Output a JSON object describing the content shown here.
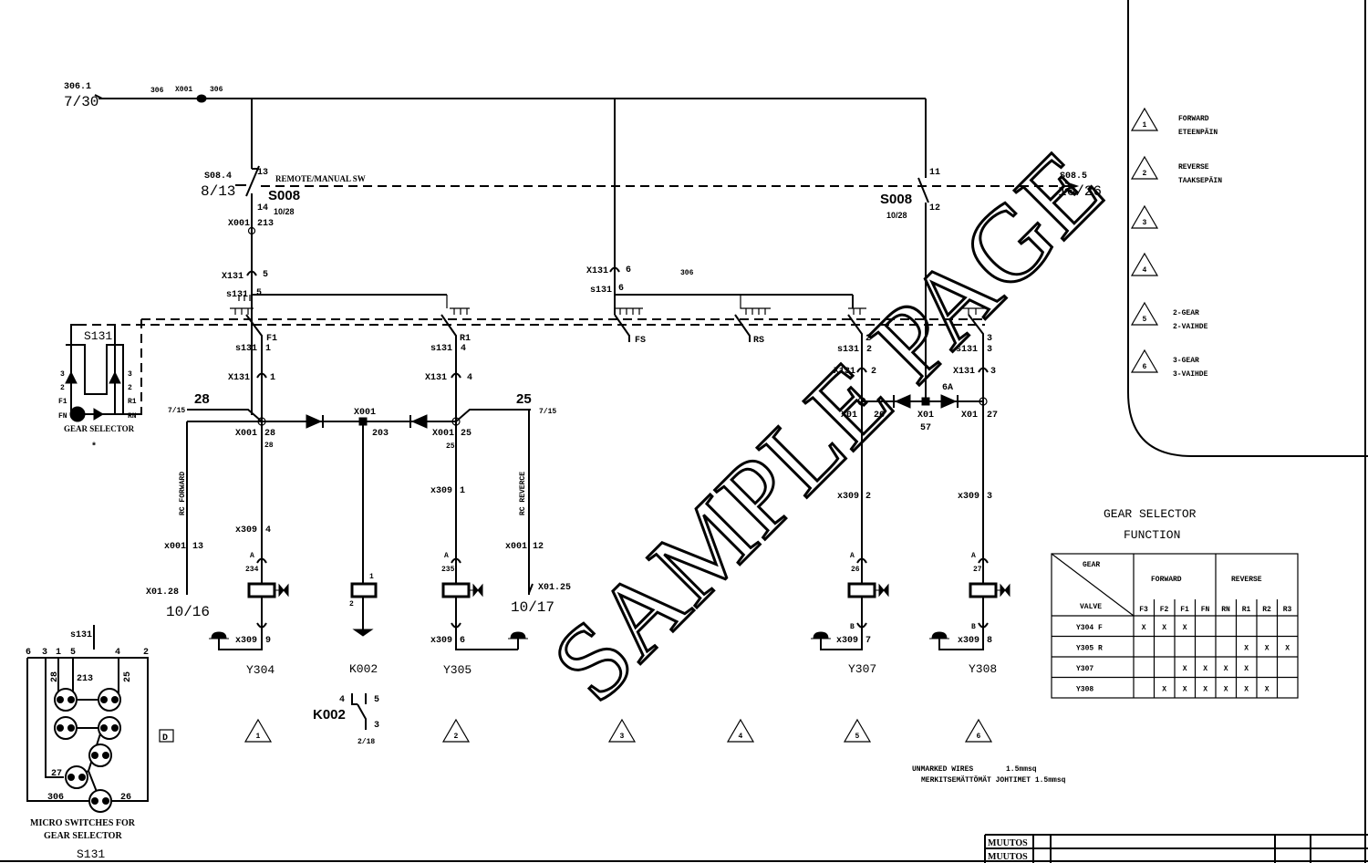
{
  "top_bus": {
    "ref": "306.1",
    "ref_page": "7/30",
    "wire": "306",
    "connector": "X001",
    "connector_pin": "306"
  },
  "s008_left": {
    "ref": "S08.4",
    "ref_page": "8/13",
    "pin_in": "13",
    "pin_out": "14",
    "name": "S008",
    "page": "10/28",
    "function": "REMOTE/MANUAL SW"
  },
  "s008_right": {
    "ref": "S08.5",
    "ref_page": "10/26",
    "pin_in": "11",
    "pin_out": "12",
    "name": "S008",
    "page": "10/28"
  },
  "x001_213": {
    "connector": "X001",
    "pin": "213"
  },
  "x131_5": {
    "connector": "X131",
    "pin": "5",
    "s131": "s131",
    "s131_pin": "5"
  },
  "x131_6": {
    "connector": "X131",
    "pin": "6",
    "s131": "s131",
    "s131_pin": "6",
    "wire": "306"
  },
  "contacts": {
    "f1": "F1",
    "r1": "R1",
    "fs": "FS",
    "rs": "RS",
    "c2": "2",
    "c3": "3"
  },
  "branch_f": {
    "s131": "s131",
    "s131_pin": "1",
    "x131": "X131",
    "x131_pin": "1",
    "wire": "28",
    "ref": "7/15",
    "node": "X001",
    "node_pin": "28",
    "wire_below": "28"
  },
  "branch_r": {
    "s131": "s131",
    "s131_pin": "4",
    "x131": "X131",
    "x131_pin": "4",
    "wire": "25",
    "ref": "7/15",
    "node": "X001",
    "node_pin": "25",
    "wire_below": "25"
  },
  "center_node": {
    "connector": "X001",
    "pin": "203"
  },
  "branch_2": {
    "s131": "s131",
    "s131_pin": "2",
    "x131": "X131",
    "x131_pin": "2",
    "node": "X01",
    "node_pin": "26"
  },
  "branch_3": {
    "s131": "s131",
    "s131_pin": "3",
    "x131": "X131",
    "x131_pin": "3",
    "node": "X01",
    "node_pin": "27"
  },
  "mid_node": {
    "connector": "X01",
    "pin": "57",
    "fuse": "6A"
  },
  "rc_forward": {
    "label": "RC FORWARD",
    "connector": "x001",
    "pin": "13",
    "ref": "X01.28",
    "ref_page": "10/16"
  },
  "rc_reverse": {
    "label": "RC REVERCE",
    "connector": "x001",
    "pin": "12",
    "ref": "X01.25",
    "ref_page": "10/17"
  },
  "y304": {
    "name": "Y304",
    "top_conn": "x309",
    "top_pin": "4",
    "a": "A",
    "wire": "234",
    "bot_conn": "x309",
    "bot_pin": "9"
  },
  "y305": {
    "name": "Y305",
    "top_conn": "x309",
    "top_pin": "1",
    "a": "A",
    "wire": "235",
    "bot_conn": "x309",
    "bot_pin": "6"
  },
  "y307": {
    "name": "Y307",
    "top_conn": "x309",
    "top_pin": "2",
    "a": "A",
    "wire": "26",
    "b": "B",
    "bot_conn": "x309",
    "bot_pin": "7"
  },
  "y308": {
    "name": "Y308",
    "top_conn": "x309",
    "top_pin": "3",
    "a": "A",
    "wire": "27",
    "b": "B",
    "bot_conn": "x309",
    "bot_pin": "8"
  },
  "k002": {
    "name": "K002",
    "pin1": "1",
    "pin2": "2",
    "contact_name": "K002",
    "c4": "4",
    "c5": "5",
    "c3": "3",
    "page": "2/18"
  },
  "d_box": "D",
  "gear_selector": {
    "title": "S131",
    "left_pins": [
      "3",
      "2",
      "F1",
      "FN"
    ],
    "right_pins": [
      "3",
      "2",
      "R1",
      "RN"
    ],
    "label": "GEAR SELECTOR",
    "note": "*"
  },
  "micro_switches": {
    "s131": "s131",
    "pins": [
      "6",
      "3",
      "1",
      "5",
      "4",
      "2"
    ],
    "wires": [
      "28",
      "213",
      "25",
      "27",
      "306",
      "26"
    ],
    "caption1": "MICRO SWITCHES FOR",
    "caption2": "GEAR SELECTOR",
    "caption3": "S131"
  },
  "markers": [
    "1",
    "2",
    "3",
    "4",
    "5",
    "6"
  ],
  "legend": [
    {
      "num": "1",
      "line1": "FORWARD",
      "line2": "ETEENPÄIN"
    },
    {
      "num": "2",
      "line1": "REVERSE",
      "line2": "TAAKSEPÄIN"
    },
    {
      "num": "3",
      "line1": "",
      "line2": ""
    },
    {
      "num": "4",
      "line1": "",
      "line2": ""
    },
    {
      "num": "5",
      "line1": "2-GEAR",
      "line2": "2-VAIHDE"
    },
    {
      "num": "6",
      "line1": "3-GEAR",
      "line2": "3-VAIHDE"
    }
  ],
  "function_table": {
    "title1": "GEAR SELECTOR",
    "title2": "FUNCTION",
    "corner_top": "GEAR",
    "corner_bottom": "VALVE",
    "group_forward": "FORWARD",
    "group_reverse": "REVERSE",
    "columns": [
      "F3",
      "F2",
      "F1",
      "FN",
      "RN",
      "R1",
      "R2",
      "R3"
    ],
    "rows": [
      {
        "valve": "Y304 F",
        "cells": [
          "X",
          "X",
          "X",
          "",
          "",
          "",
          "",
          ""
        ]
      },
      {
        "valve": "Y305 R",
        "cells": [
          "",
          "",
          "",
          "",
          "",
          "X",
          "X",
          "X"
        ]
      },
      {
        "valve": "Y307",
        "cells": [
          "",
          "",
          "X",
          "X",
          "X",
          "X",
          "",
          ""
        ]
      },
      {
        "valve": "Y308",
        "cells": [
          "",
          "X",
          "X",
          "X",
          "X",
          "X",
          "X",
          ""
        ]
      }
    ]
  },
  "notes": {
    "line1": "UNMARKED WIRES",
    "line1_value": "1.5mmsq",
    "line2": "MERKITSEMÄTTÖMÄT JOHTIMET 1.5mmsq"
  },
  "revisions": [
    "MUUTOS",
    "MUUTOS"
  ],
  "watermark": "SAMPLE PAGE"
}
